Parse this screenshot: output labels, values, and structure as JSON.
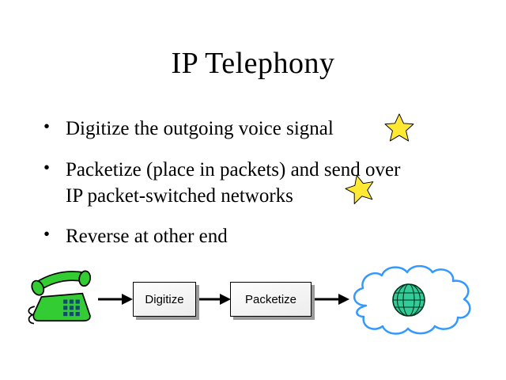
{
  "slide": {
    "title": "IP Telephony",
    "bullets": [
      {
        "lines": [
          "Digitize the outgoing voice signal"
        ]
      },
      {
        "lines": [
          "Packetize (place in packets) and send over",
          "IP packet-switched networks"
        ]
      },
      {
        "lines": [
          "Reverse at other end"
        ]
      }
    ]
  },
  "diagram": {
    "nodes": [
      {
        "label": "Digitize"
      },
      {
        "label": "Packetize"
      }
    ]
  },
  "icons": {
    "phone": "telephone-icon",
    "star": "star-icon",
    "arrow": "arrow-right-icon",
    "cloud": "internet-cloud-icon",
    "globe": "globe-icon"
  },
  "colors": {
    "star_fill": "#FFE933",
    "phone_green": "#33CC33",
    "keypad": "#0D4F66",
    "cloud_stroke": "#3399FF",
    "globe_fill": "#33CC99",
    "arrow": "#000000"
  }
}
